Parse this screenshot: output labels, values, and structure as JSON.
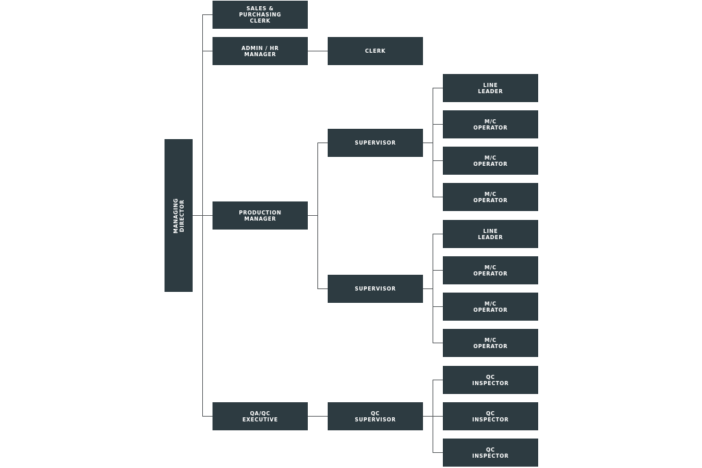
{
  "org_chart": {
    "managing_director": "MANAGING\nDIRECTOR",
    "sales_purchasing_clerk": "SALES &\nPURCHASING\nCLERK",
    "admin_hr_manager": "ADMIN / HR\nMANAGER",
    "admin_clerk": "CLERK",
    "production_manager": "PRODUCTION\nMANAGER",
    "supervisor_1": "SUPERVISOR",
    "supervisor_2": "SUPERVISOR",
    "qa_qc_executive": "QA/QC\nEXECUTIVE",
    "qc_supervisor": "QC\nSUPERVISOR",
    "team_1": [
      "LINE\nLEADER",
      "M/C\nOPERATOR",
      "M/C\nOPERATOR",
      "M/C\nOPERATOR"
    ],
    "team_2": [
      "LINE\nLEADER",
      "M/C\nOPERATOR",
      "M/C\nOPERATOR",
      "M/C\nOPERATOR"
    ],
    "qc_team": [
      "QC\nINSPECTOR",
      "QC\nINSPECTOR",
      "QC\nINSPECTOR"
    ]
  },
  "colors": {
    "box": "#2d3b41",
    "text": "#ffffff",
    "connector": "#55595c"
  }
}
